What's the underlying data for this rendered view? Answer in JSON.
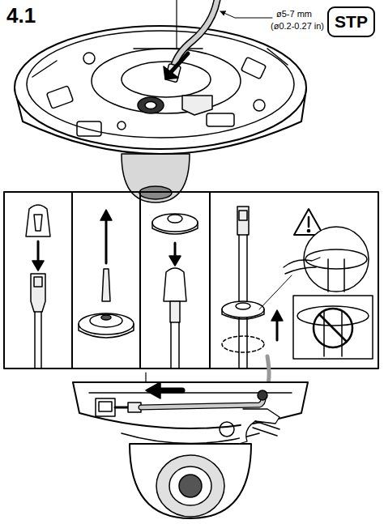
{
  "diagram": {
    "title": "4.1",
    "nodes": [
      {
        "text": [
          "STP"
        ]
      }
    ],
    "labels": [
      "ø5-7 mm",
      "(ø0.2-0.27 in)"
    ]
  }
}
